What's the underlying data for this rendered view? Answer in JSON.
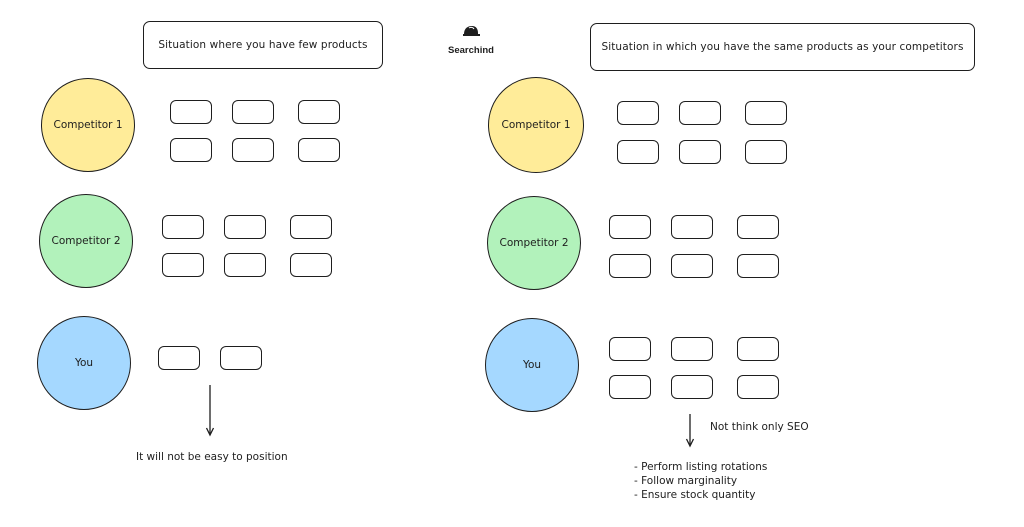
{
  "brand": {
    "name": "Searchind",
    "icon": "cap-icon"
  },
  "left": {
    "title": "Situation where you have few products",
    "competitor1": "Competitor 1",
    "competitor2": "Competitor 2",
    "you": "You",
    "conclusion": "It will not be easy to position"
  },
  "right": {
    "title": "Situation in which you have the same products as your competitors",
    "competitor1": "Competitor 1",
    "competitor2": "Competitor 2",
    "you": "You",
    "note": "Not think only SEO",
    "actions": [
      "Perform listing rotations",
      "Follow marginality",
      "Ensure stock quantity"
    ]
  },
  "colors": {
    "competitor1": "#ffec99",
    "competitor2": "#b2f2bb",
    "you": "#a5d8ff",
    "stroke": "#1e1e1e"
  }
}
